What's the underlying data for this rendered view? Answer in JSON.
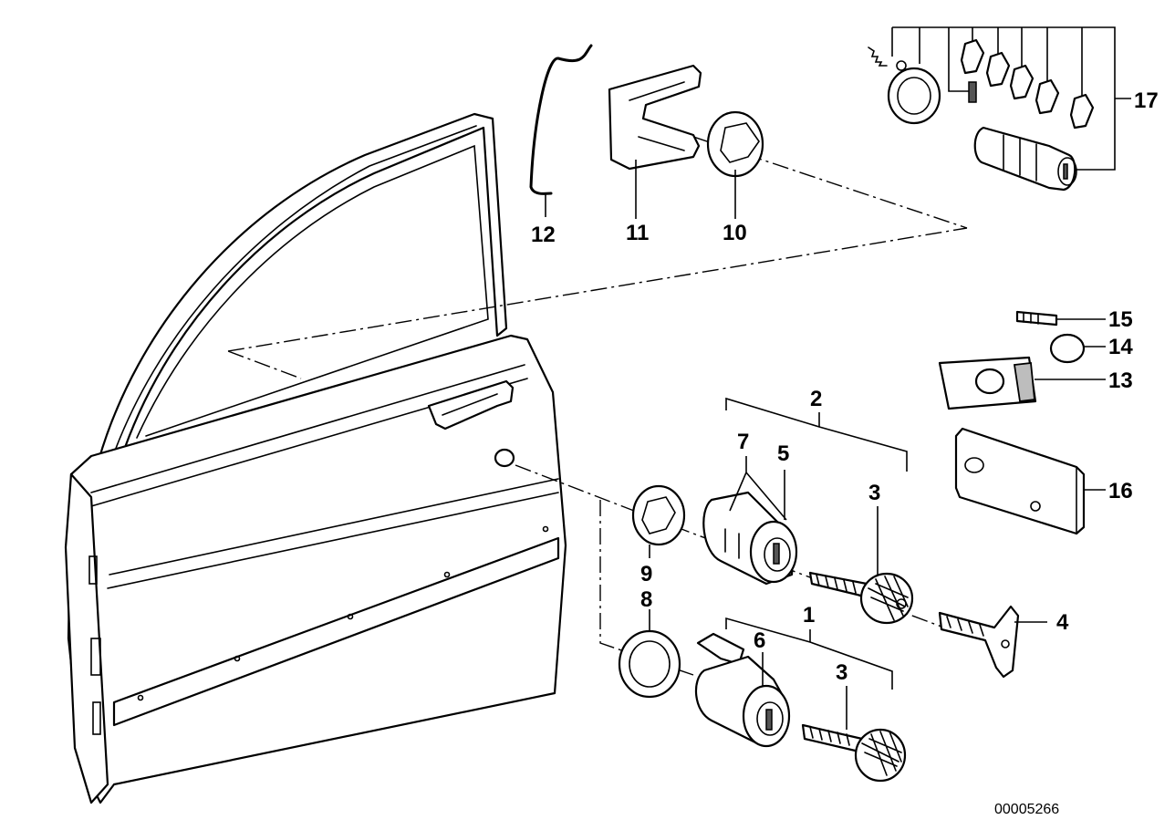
{
  "diagram": {
    "labels": {
      "p1": "1",
      "p2": "2",
      "p3a": "3",
      "p3b": "3",
      "p4": "4",
      "p5": "5",
      "p6": "6",
      "p7": "7",
      "p8": "8",
      "p9": "9",
      "p10": "10",
      "p11": "11",
      "p12": "12",
      "p13": "13",
      "p14": "14",
      "p15": "15",
      "p16": "16",
      "p17": "17"
    },
    "reference_number": "00005266"
  }
}
